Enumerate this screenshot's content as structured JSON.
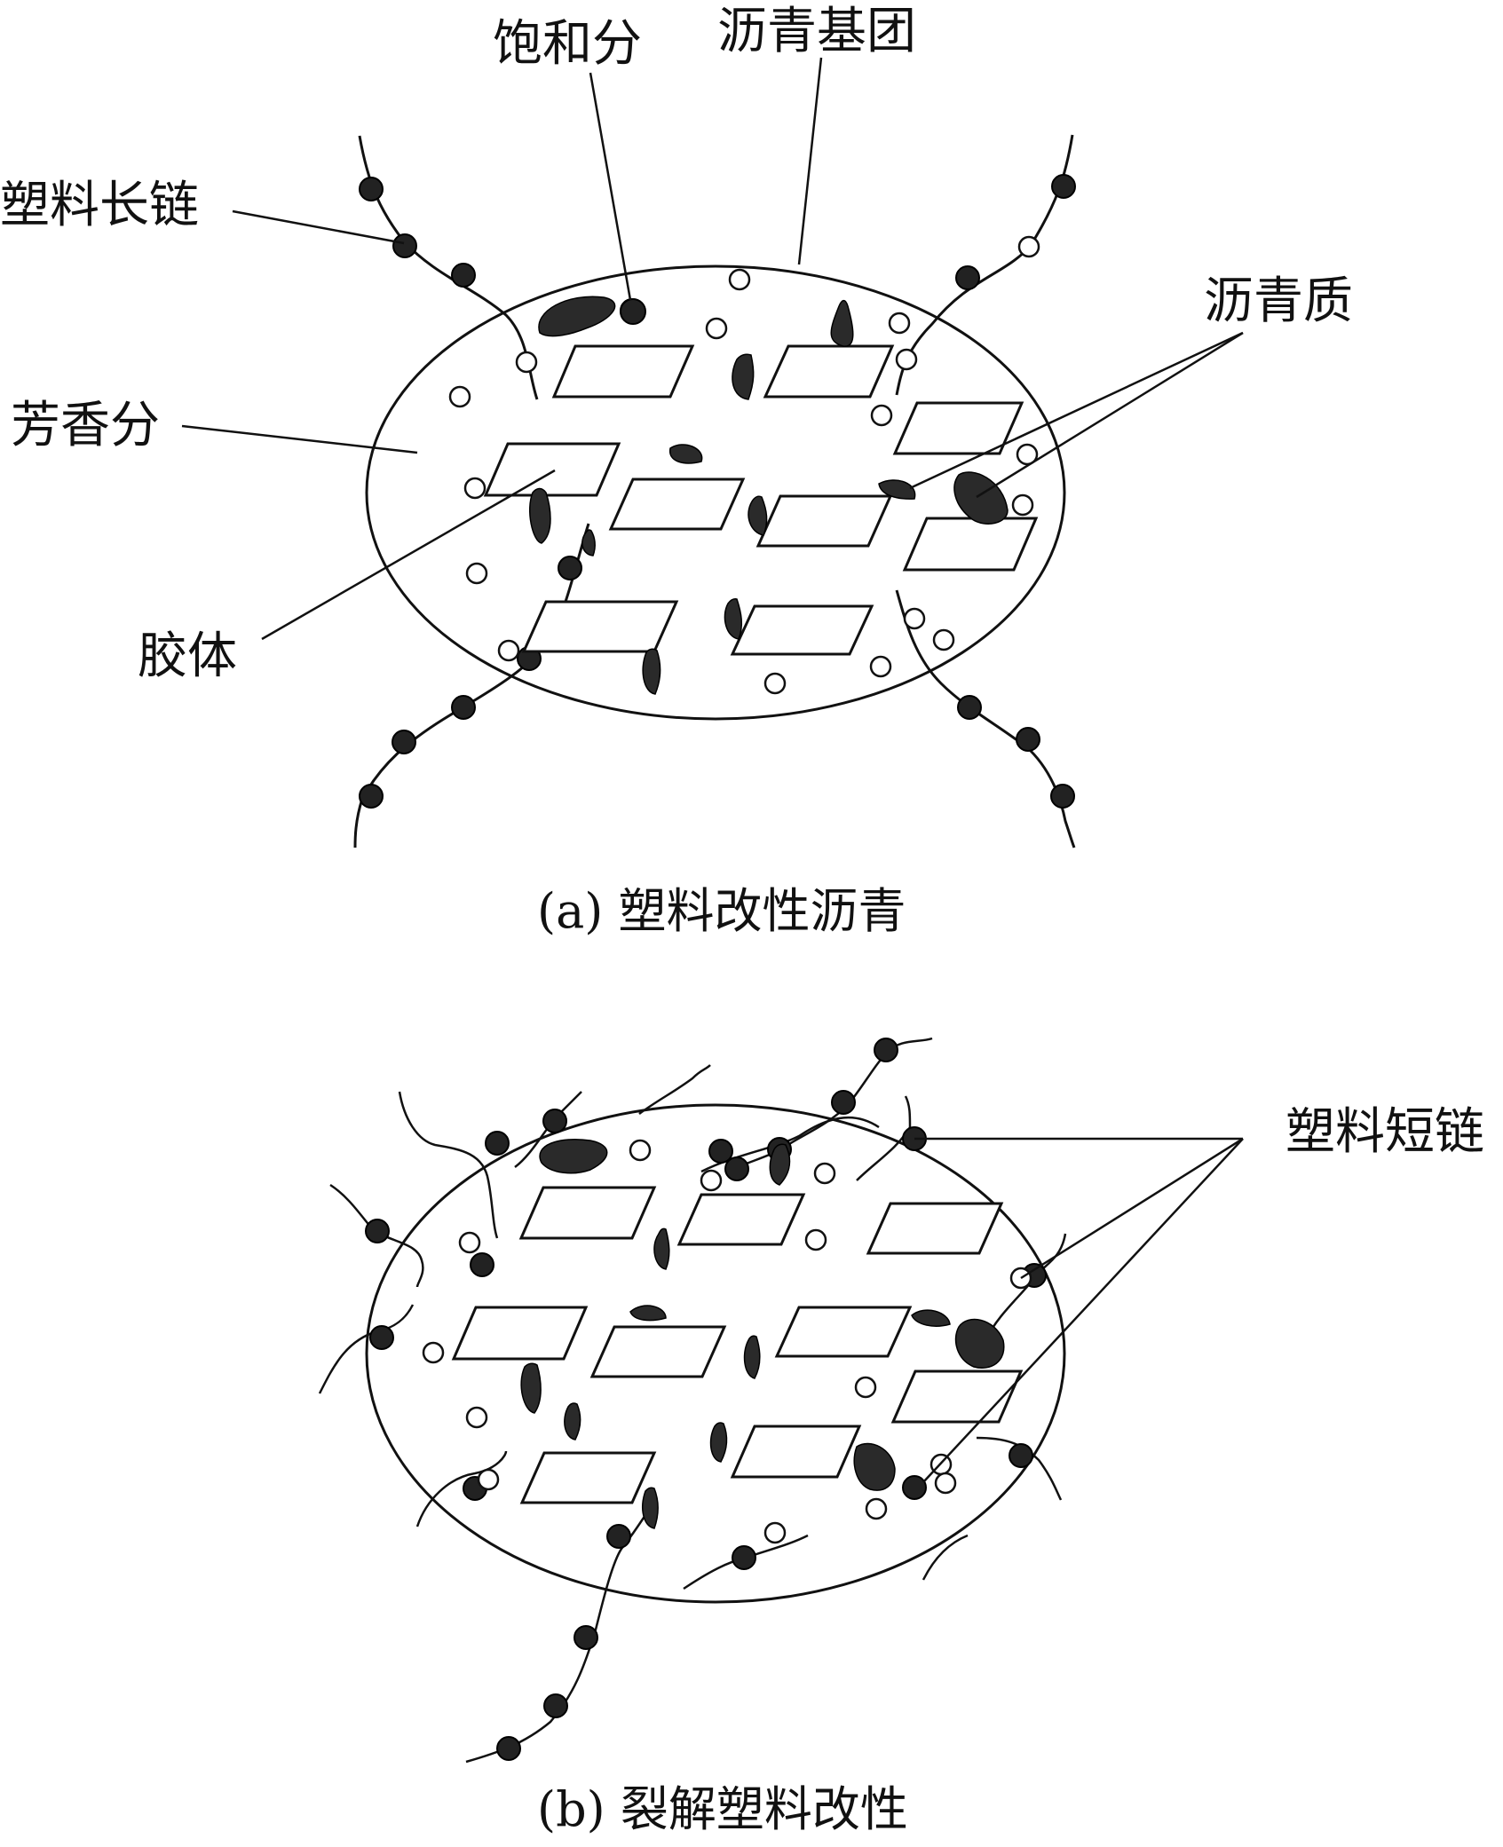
{
  "panel_a": {
    "labels": {
      "saturates": "饱和分",
      "asphalt_group": "沥青基团",
      "plastic_long_chain": "塑料长链",
      "asphaltenes": "沥青质",
      "aromatics": "芳香分",
      "colloid": "胶体"
    },
    "caption": "(a) 塑料改性沥青"
  },
  "panel_b": {
    "labels": {
      "plastic_short_chain": "塑料短链"
    },
    "caption": "(b) 裂解塑料改性"
  }
}
